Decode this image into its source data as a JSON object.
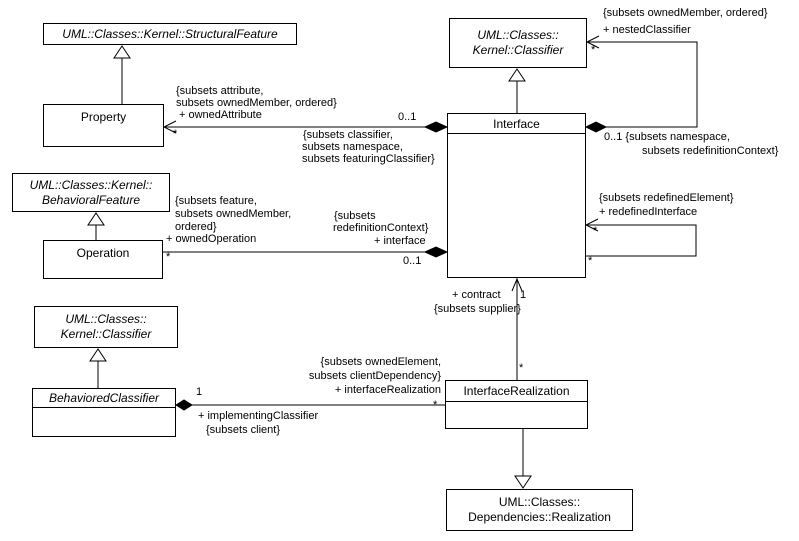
{
  "canvas": {
    "background": "#ffffff",
    "line_color": "#000000",
    "text_color": "#000000"
  },
  "classes": {
    "structural_feature": {
      "name": "UML::Classes::Kernel::StructuralFeature"
    },
    "property": {
      "name": "Property"
    },
    "classifier_top": {
      "name_line1": "UML::Classes::",
      "name_line2": "Kernel::Classifier"
    },
    "interface": {
      "name": "Interface"
    },
    "behavioral_feature": {
      "name_line1": "UML::Classes::Kernel::",
      "name_line2": "BehavioralFeature"
    },
    "operation": {
      "name": "Operation"
    },
    "classifier_bottom": {
      "name_line1": "UML::Classes::",
      "name_line2": "Kernel::Classifier"
    },
    "behaviored_classifier": {
      "name": "BehavioredClassifier"
    },
    "interface_realization": {
      "name": "InterfaceRealization"
    },
    "realization": {
      "name_line1": "UML::Classes::",
      "name_line2": "Dependencies::Realization"
    }
  },
  "labels": {
    "owned_attribute_c1": "{subsets attribute,",
    "owned_attribute_c2": "subsets ownedMember, ordered}",
    "owned_attribute_role": "+ ownedAttribute",
    "owned_attribute_mult": "*",
    "owned_attribute_opp_mult": "0..1",
    "owned_attribute_opp_c1": "{subsets classifier,",
    "owned_attribute_opp_c2": "subsets namespace,",
    "owned_attribute_opp_c3": "subsets featuringClassifier}",
    "nested_classifier_c1": "{subsets ownedMember, ordered}",
    "nested_classifier_role": "+ nestedClassifier",
    "nested_classifier_mult": "*",
    "nested_classifier_opp1": "0..1 {subsets namespace,",
    "nested_classifier_opp2": "subsets redefinitionContext}",
    "owned_operation_c1": "{subsets feature,",
    "owned_operation_c2": "subsets ownedMember,",
    "owned_operation_c3": "ordered}",
    "owned_operation_role": "+ ownedOperation",
    "owned_operation_mult": "*",
    "interface_c1": "{subsets",
    "interface_c2": "redefinitionContext}",
    "interface_role": "+ interface",
    "interface_mult": "0..1",
    "redefined_c1": "{subsets redefinedElement}",
    "redefined_role": "+ redefinedInterface",
    "redefined_mult_top": "*",
    "redefined_mult_bottom": "*",
    "contract_role": "+ contract",
    "contract_mult": "1",
    "contract_c1": "{subsets supplier}",
    "contract_opp_mult": "*",
    "ir_c1": "{subsets ownedElement,",
    "ir_c2": "subsets clientDependency}",
    "ir_role": "+ interfaceRealization",
    "ir_mult": "*",
    "implementing_mult": "1",
    "implementing_role": "+ implementingClassifier",
    "implementing_c1": "{subsets client}"
  }
}
